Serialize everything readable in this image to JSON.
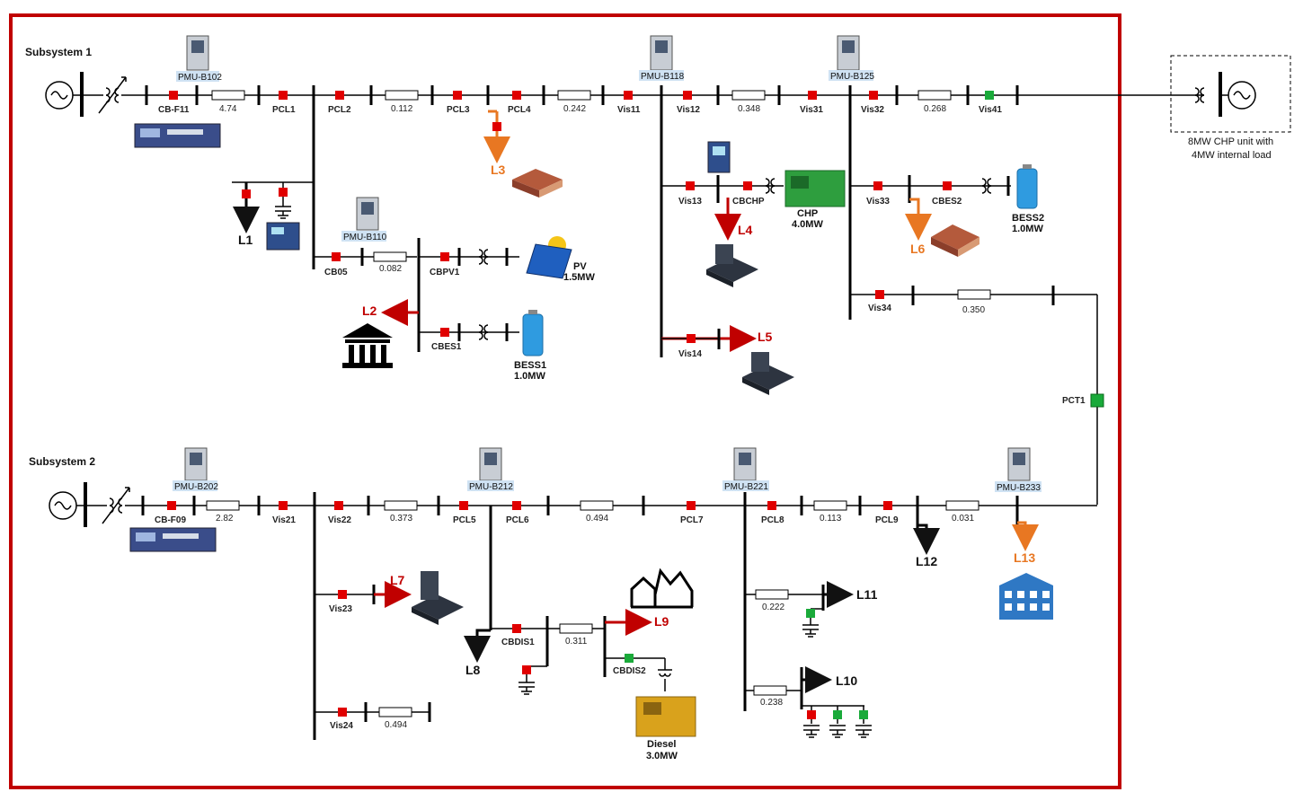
{
  "subsystems": {
    "s1": "Subsystem 1",
    "s2": "Subsystem 2"
  },
  "colors": {
    "frame": "#c00000",
    "breaker_closed": "#e00000",
    "breaker_open": "#1aaa3a",
    "load_red": "#c00000",
    "load_orange": "#e87722",
    "load_black": "#111111",
    "pmu_label_bg": "#cfe2f3",
    "line": "#000000"
  },
  "pmus": [
    "PMU-B102",
    "PMU-B118",
    "PMU-B125",
    "PMU-B110",
    "PMU-B202",
    "PMU-B212",
    "PMU-B221",
    "PMU-B233"
  ],
  "breakers": {
    "cbf11": "CB-F11",
    "pcl1": "PCL1",
    "pcl2": "PCL2",
    "pcl3": "PCL3",
    "pcl4": "PCL4",
    "vis11": "Vis11",
    "vis12": "Vis12",
    "vis31": "Vis31",
    "vis32": "Vis32",
    "vis41": "Vis41",
    "cb05": "CB05",
    "cbpv1": "CBPV1",
    "cbes1": "CBES1",
    "vis13": "Vis13",
    "cbchp": "CBCHP",
    "vis14": "Vis14",
    "vis33": "Vis33",
    "cbes2": "CBES2",
    "vis34": "Vis34",
    "pct1": "PCT1",
    "cbf09": "CB-F09",
    "vis21": "Vis21",
    "vis22": "Vis22",
    "pcl5": "PCL5",
    "pcl6": "PCL6",
    "pcl7": "PCL7",
    "pcl8": "PCL8",
    "pcl9": "PCL9",
    "vis23": "Vis23",
    "cbdis1": "CBDIS1",
    "cbdis2": "CBDIS2",
    "vis24": "Vis24"
  },
  "impedances": {
    "z1": "4.74",
    "z2": "0.112",
    "z3": "0.242",
    "z4": "0.348",
    "z5": "0.268",
    "z6": "0.082",
    "z7": "0.350",
    "z8": "2.82",
    "z9": "0.373",
    "z10": "0.494",
    "z11": "0.113",
    "z12": "0.031",
    "z13": "0.311",
    "z14": "0.222",
    "z15": "0.238",
    "z16": "0.494"
  },
  "loads": [
    "L1",
    "L2",
    "L3",
    "L4",
    "L5",
    "L6",
    "L7",
    "L8",
    "L9",
    "L10",
    "L11",
    "L12",
    "L13"
  ],
  "generators": {
    "pv_name": "PV",
    "pv_rating": "1.5MW",
    "bess1_name": "BESS1",
    "bess1_rating": "1.0MW",
    "chp_name": "CHP",
    "chp_rating": "4.0MW",
    "bess2_name": "BESS2",
    "bess2_rating": "1.0MW",
    "diesel_name": "Diesel",
    "diesel_rating": "3.0MW"
  },
  "external": {
    "line1": "8MW CHP unit with",
    "line2": "4MW internal load"
  }
}
